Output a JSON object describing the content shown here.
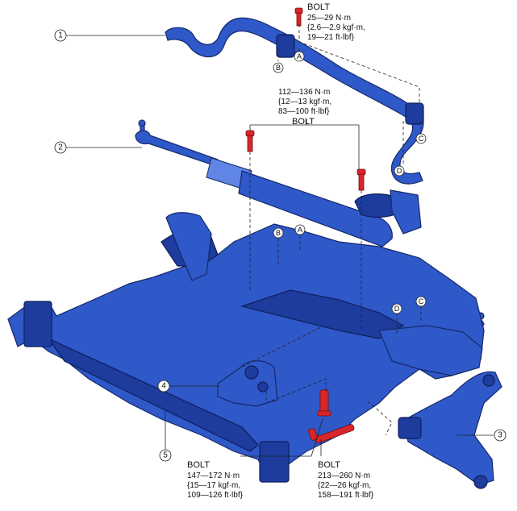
{
  "callouts": {
    "c1": "1",
    "c2": "2",
    "c3": "3",
    "c4": "4",
    "c5": "5"
  },
  "letters": {
    "a_top": "A",
    "b_top": "B",
    "c_top": "C",
    "d_top": "D",
    "a_mid": "A",
    "b_mid": "B",
    "c_mid": "C",
    "d_mid": "D"
  },
  "bolt_stabilizer": {
    "title": "BOLT",
    "line1": "25—29 N·m",
    "line2": "{2.6—2.9 kgf·m,",
    "line3": "19—21 ft·lbf}"
  },
  "bolt_gear": {
    "line1": "112—136 N·m",
    "line2": "{12—13 kgf·m,",
    "line3": "83—100 ft·lbf}",
    "title": "BOLT"
  },
  "bolt_left": {
    "title": "BOLT",
    "line1": "147—172 N·m",
    "line2": "{15—17 kgf·m,",
    "line3": "109—126 ft·lbf}"
  },
  "bolt_right": {
    "title": "BOLT",
    "line1": "213—260 N·m",
    "line2": "{22—26 kgf·m,",
    "line3": "158—191 ft·lbf}"
  },
  "colors": {
    "part": "#2f58c8",
    "part_dark": "#1d3c9e",
    "bolt": "#d8262a"
  }
}
